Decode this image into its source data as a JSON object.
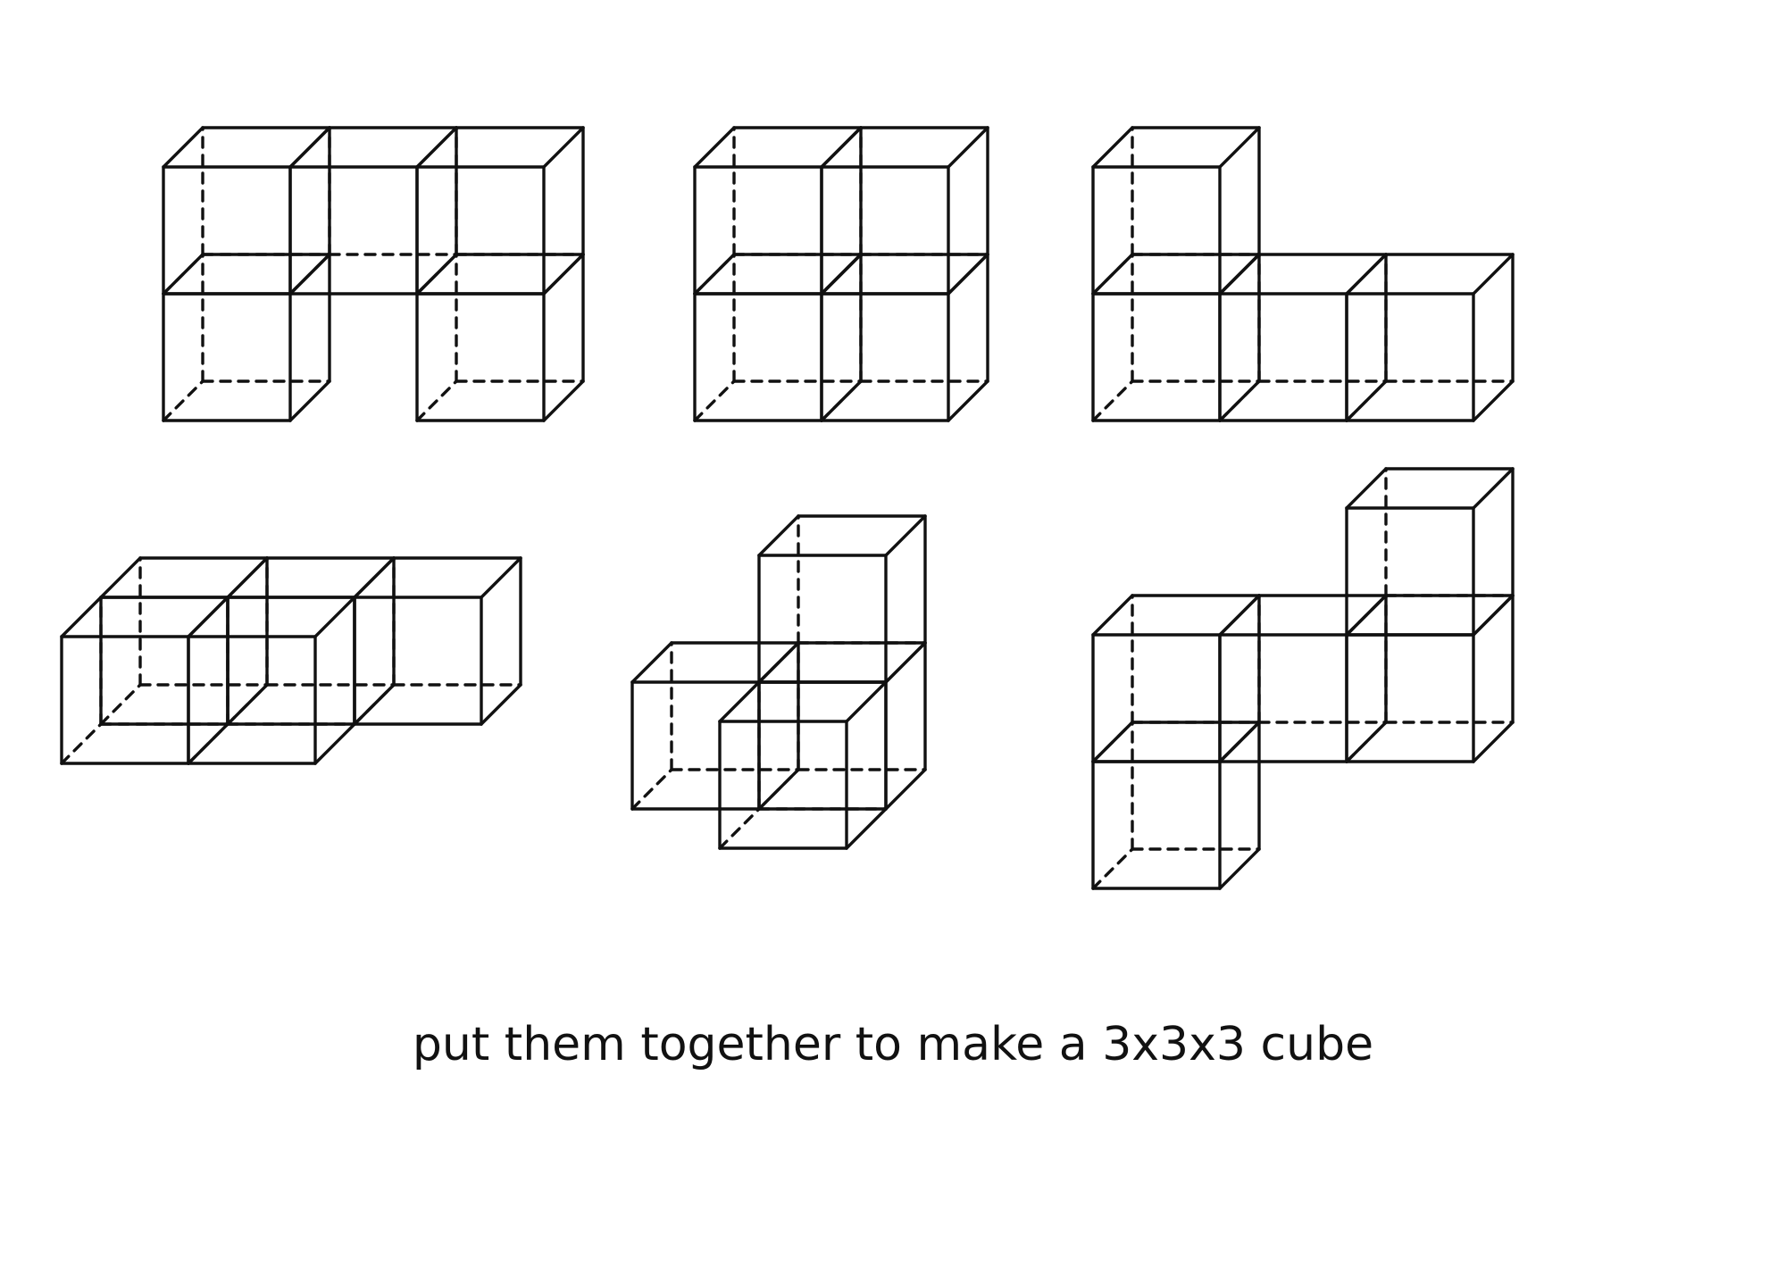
{
  "caption": "put them together to make a 3x3x3 cube",
  "line_color": "#111111",
  "background_color": "#ffffff",
  "pieces": [
    {
      "name": "puzzle-piece-1"
    },
    {
      "name": "puzzle-piece-2"
    },
    {
      "name": "puzzle-piece-3"
    },
    {
      "name": "puzzle-piece-4"
    },
    {
      "name": "puzzle-piece-5"
    },
    {
      "name": "puzzle-piece-6"
    }
  ]
}
